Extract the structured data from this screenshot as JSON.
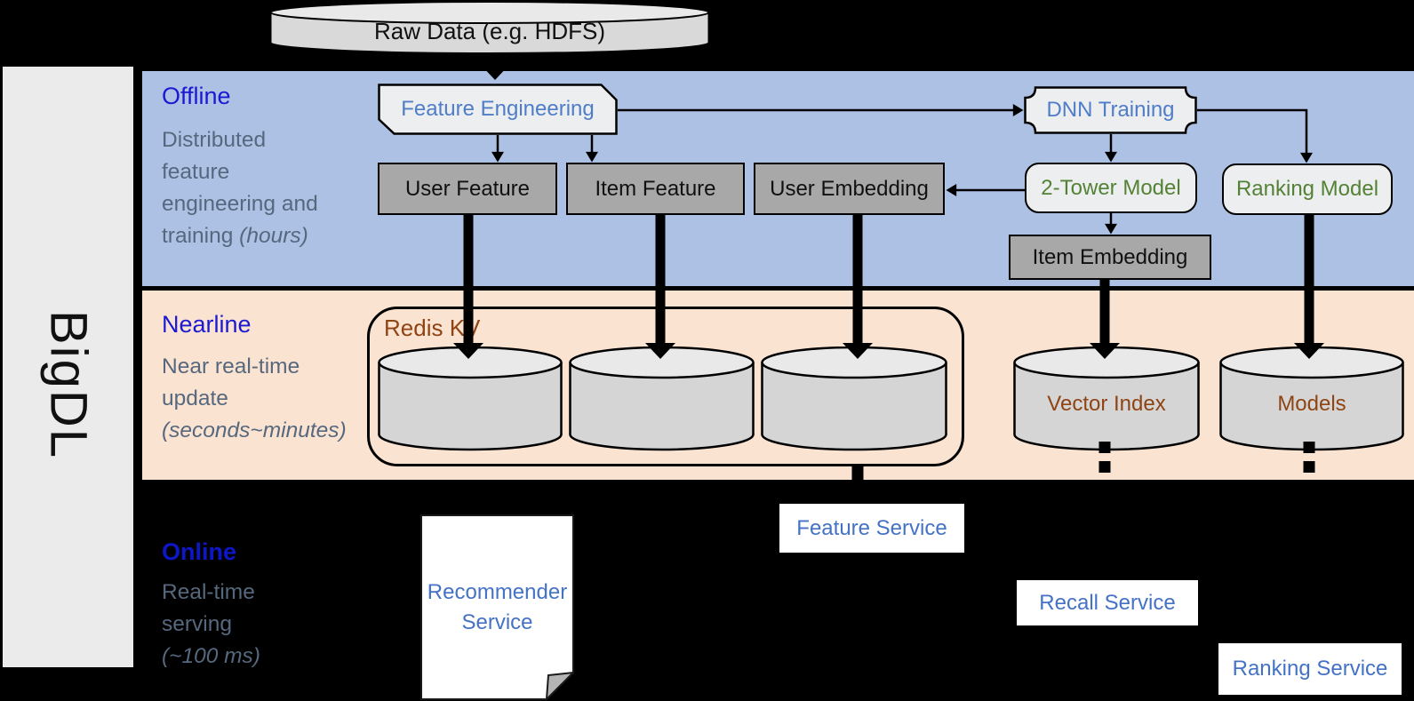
{
  "brand": {
    "name": "BigDL"
  },
  "raw_data": {
    "label": "Raw Data (e.g. HDFS)"
  },
  "sections": {
    "offline": {
      "label": "Offline",
      "desc1": "Distributed",
      "desc2": "feature",
      "desc3": "engineering and",
      "desc4a": "training",
      "desc4b": "(hours)"
    },
    "nearline": {
      "label": "Nearline",
      "desc1": "Near real-time",
      "desc2": "update",
      "desc3_italic": "(seconds~minutes)"
    },
    "online": {
      "label": "Online",
      "desc1": "Real-time",
      "desc2": "serving",
      "desc3_italic": "(~100 ms)"
    }
  },
  "nodes": {
    "feature_engineering": "Feature Engineering",
    "user_feature": "User Feature",
    "item_feature": "Item Feature",
    "user_embedding": "User Embedding",
    "dnn_training": "DNN Training",
    "two_tower_model": "2-Tower Model",
    "ranking_model": "Ranking Model",
    "item_embedding": "Item Embedding",
    "redis_kv": "Redis KV",
    "vector_index": "Vector Index",
    "models": "Models"
  },
  "services": {
    "recommender_line1": "Recommender",
    "recommender_line2": "Service",
    "feature_service": "Feature Service",
    "recall_service": "Recall Service",
    "ranking_service": "Ranking Service"
  },
  "colors": {
    "offline_band": "#adc1e4",
    "nearline_band": "#fbe3d2",
    "section_label_blue": "#1b1ad1",
    "desc_gray_blue": "#56687e",
    "node_blue_text": "#4f7dc8",
    "node_green_text": "#548235",
    "brown_text": "#8f4413",
    "service_blue_text": "#4472c4",
    "gray_box_fill": "#a8a8a8",
    "light_box_fill": "#edeef0",
    "cylinder_body": "#d5d5d5",
    "cylinder_top": "#e9e9e9",
    "sidebar_gray": "#ebebeb"
  }
}
